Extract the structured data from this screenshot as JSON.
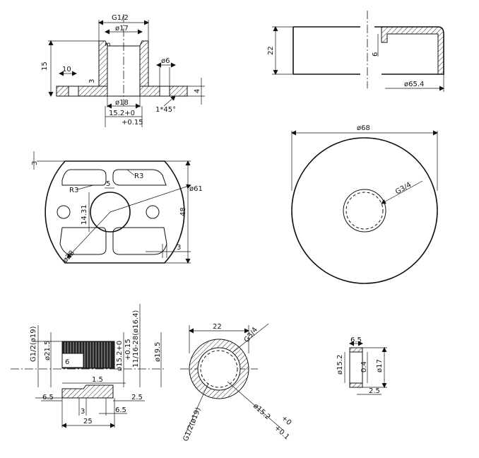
{
  "views": {
    "flange_section": {
      "labels": {
        "thread": "G1/2",
        "bore_dia": "ø17",
        "wall": "3",
        "height": "15",
        "step": "10",
        "base_wall": "3",
        "hole_dia": "ø6",
        "base_thk": "4",
        "bottom_dia": "ø18",
        "tol_a": "15.2+0",
        "tol_b": "+0.15",
        "chamfer": "1*45°"
      }
    },
    "cap_section": {
      "labels": {
        "height": "22",
        "lip": "6",
        "outer_dia": "ø65.4"
      }
    },
    "plate_top": {
      "labels": {
        "edge": "3",
        "radius_right": "R3",
        "radius_left": "R3",
        "slot_gap": "5",
        "hole_spacing": "14.31",
        "outer_dia": "ø61",
        "height": "48",
        "slot_width": "3",
        "inner_dia": "ø28"
      }
    },
    "cover_top": {
      "labels": {
        "outer_dia": "ø68",
        "thread": "G3/4"
      }
    },
    "nipple_section": {
      "labels": {
        "thread": "G1/2(ø19)",
        "outer_dia": "ø21.5",
        "depth": "6",
        "shoulder": "1.5",
        "bore": "ø15.2+0",
        "bore_tol": "+0.15",
        "unf": "11/16-28(ø16.4)",
        "major": "ø19.5",
        "left_len": "6.5",
        "right_len": "2.5",
        "mid_len": "3",
        "right_len2": "6.5",
        "total_len": "25"
      }
    },
    "ring_view": {
      "labels": {
        "width": "22",
        "thread": "G3/4",
        "inner": "G1/2(ø19)",
        "bore_a": "ø15.2",
        "bore_b": "+0",
        "bore_c": "+0.1"
      }
    },
    "washer_section": {
      "labels": {
        "width": "6.5",
        "inner_dia": "ø15.2",
        "thk": "0.4",
        "outer_dia": "ø17",
        "len": "2.5"
      }
    }
  },
  "colors": {
    "line": "#111111",
    "background": "#ffffff"
  }
}
